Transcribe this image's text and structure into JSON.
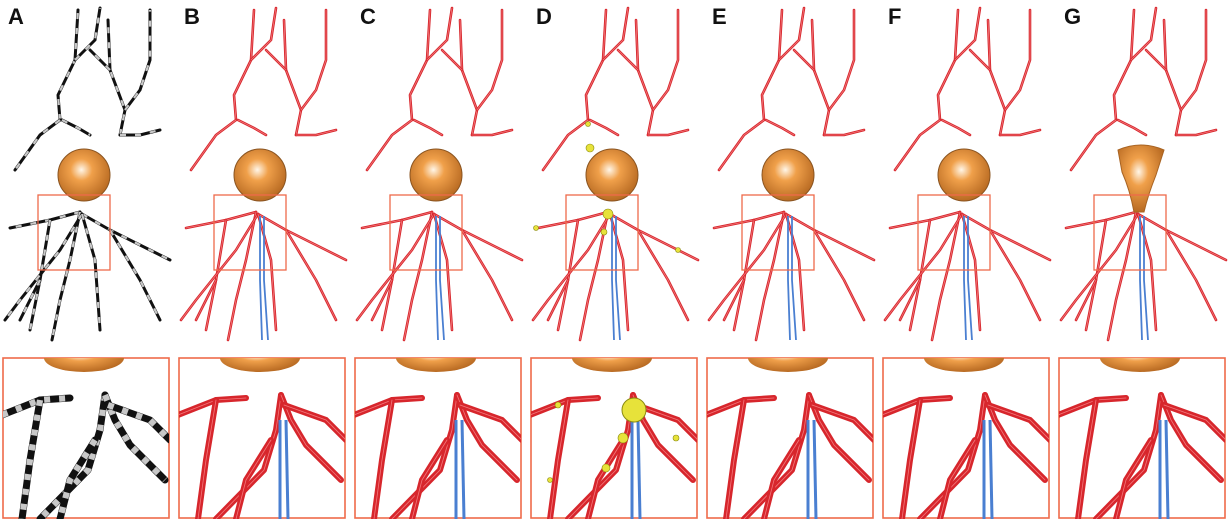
{
  "figure": {
    "panels": [
      {
        "label": "A",
        "style": "bw"
      },
      {
        "label": "B",
        "style": "color-segments"
      },
      {
        "label": "C",
        "style": "color"
      },
      {
        "label": "D",
        "style": "color-markers"
      },
      {
        "label": "E",
        "style": "color"
      },
      {
        "label": "F",
        "style": "color-merged"
      },
      {
        "label": "G",
        "style": "color-soma-fused"
      }
    ],
    "colors": {
      "dendrite": "#d7262c",
      "dendrite_highlight": "#f3777b",
      "axon": "#4a7fd1",
      "soma": "#f0a04a",
      "inset_frame": "#ef6a4a",
      "marker": "#e7e23a",
      "black": "#111111",
      "grey": "#c8c8c8"
    }
  }
}
